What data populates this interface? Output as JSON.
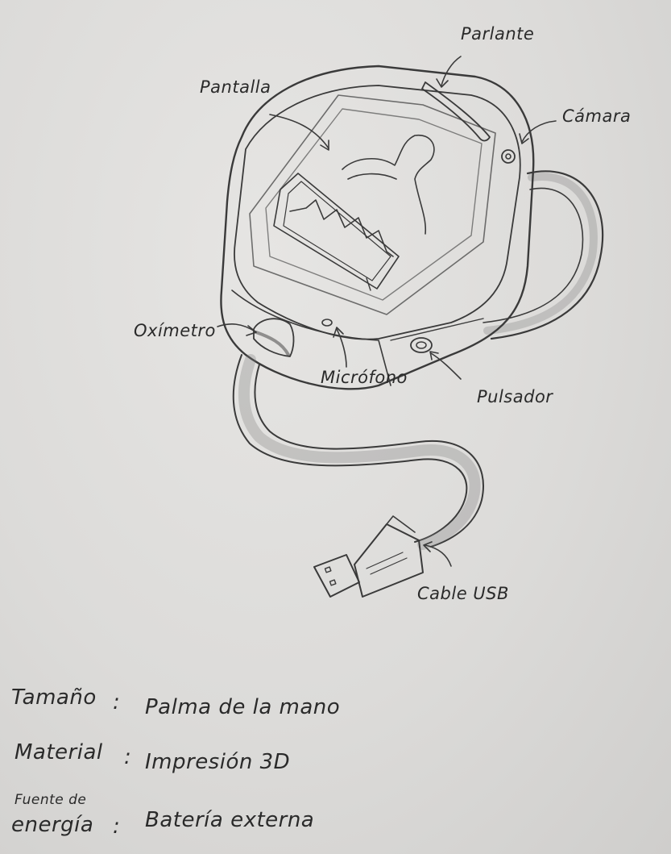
{
  "labels": {
    "parlante": "Parlante",
    "pantalla": "Pantalla",
    "camara": "Cámara",
    "oximetro": "Oxímetro",
    "microfono": "Micrófono",
    "pulsador": "Pulsador",
    "cable_usb": "Cable USB"
  },
  "specs": [
    {
      "key": "Tamaño",
      "sep": ":",
      "value": "Palma de la mano"
    },
    {
      "key": "Material",
      "sep": ":",
      "value": "Impresión 3D"
    },
    {
      "key_line1": "Fuente de",
      "key_line2": "energía",
      "sep": ":",
      "value": "Batería externa"
    }
  ],
  "colors": {
    "paper": "#d9d8d6",
    "pencil": "#2a2a2a"
  }
}
